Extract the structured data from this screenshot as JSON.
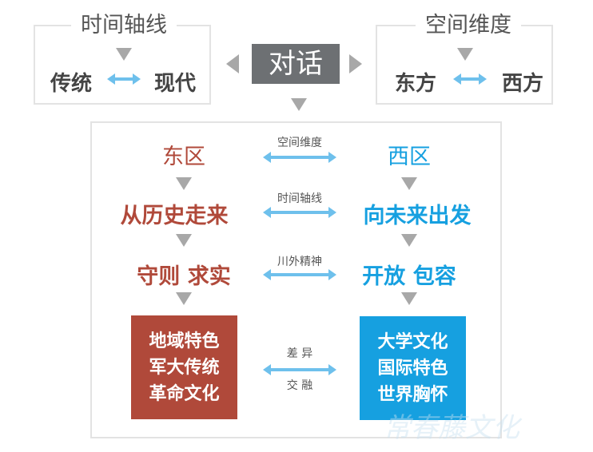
{
  "left_panel": {
    "title": "时间轴线",
    "from": "传统",
    "to": "现代"
  },
  "right_panel": {
    "title": "空间维度",
    "from": "东方",
    "to": "西方"
  },
  "center": {
    "label": "对话"
  },
  "main": {
    "east_title": "东区",
    "west_title": "西区",
    "rows": [
      {
        "link": "空间维度"
      },
      {
        "east": "从历史走来",
        "link": "时间轴线",
        "west": "向未来出发"
      },
      {
        "east": "守则 求实",
        "link": "川外精神",
        "west": "开放 包容"
      }
    ],
    "east_box": [
      "地域特色",
      "军大传统",
      "革命文化"
    ],
    "west_box": [
      "大学文化",
      "国际特色",
      "世界胸怀"
    ],
    "bottom_link": {
      "top": "差 异",
      "bottom": "交 融"
    }
  },
  "colors": {
    "east": "#b0493a",
    "west": "#16a0e0",
    "center_box": "#6d7073",
    "arrow": "#6ec0ec"
  },
  "watermark": "常春藤文化"
}
